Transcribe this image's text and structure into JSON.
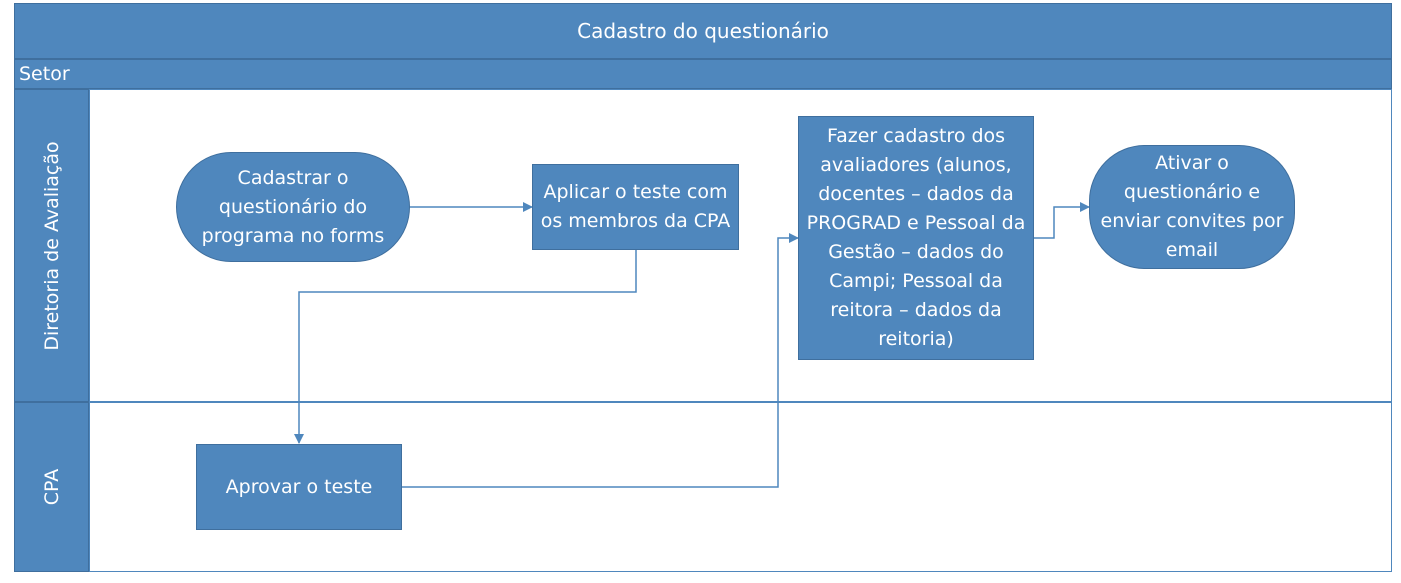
{
  "diagram": {
    "title": "Cadastro do questionário",
    "header_label": "Setor",
    "lanes": [
      {
        "label": "Diretoria de Avaliação"
      },
      {
        "label": "CPA"
      }
    ],
    "nodes": {
      "cadastrar": "Cadastrar o questionário do programa no forms",
      "aplicar": "Aplicar o teste com os membros da CPA",
      "aprovar": "Aprovar o teste",
      "fazer": "Fazer cadastro dos avaliadores (alunos, docentes – dados da PROGRAD e Pessoal da Gestão – dados do Campi; Pessoal da reitora – dados da reitoria)",
      "ativar": "Ativar o questionário e enviar convites por email"
    },
    "colors": {
      "fill": "#4f87bd",
      "stroke": "#3f6f9e",
      "text": "#ffffff"
    }
  }
}
